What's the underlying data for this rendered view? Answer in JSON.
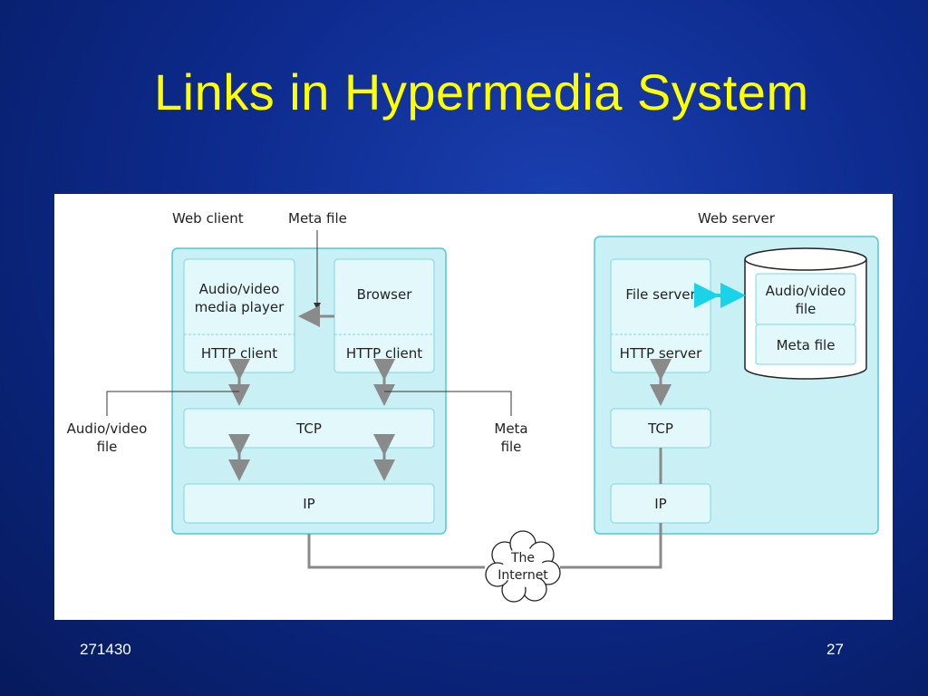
{
  "slide": {
    "title": "Links in Hypermedia System",
    "footer_left": "271430",
    "page_number": "27"
  },
  "diagram": {
    "web_client_label": "Web client",
    "web_server_label": "Web server",
    "meta_file_top": "Meta file",
    "client": {
      "player_line1": "Audio/video",
      "player_line2": "media player",
      "player_http": "HTTP client",
      "browser": "Browser",
      "browser_http": "HTTP client",
      "tcp": "TCP",
      "ip": "IP"
    },
    "side_left_line1": "Audio/video",
    "side_left_line2": "file",
    "side_right_line1": "Meta",
    "side_right_line2": "file",
    "server": {
      "file_server": "File server",
      "http_server": "HTTP server",
      "tcp": "TCP",
      "ip": "IP",
      "db_file_line1": "Audio/video",
      "db_file_line2": "file",
      "db_meta": "Meta file"
    },
    "internet_line1": "The",
    "internet_line2": "Internet",
    "colors": {
      "panel": "#c8f0f5",
      "panel_border": "#4cc9d9",
      "box": "#e3f8fb",
      "link_line": "#8a8a8a",
      "bidir_arrow": "#19d3e8"
    }
  }
}
